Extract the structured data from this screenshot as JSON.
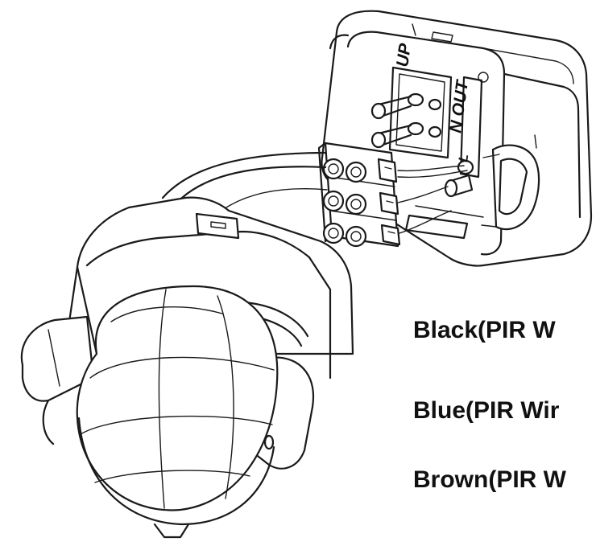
{
  "diagram": {
    "housing_marks": {
      "up": "UP",
      "n_out": "N OUT",
      "l": "L"
    },
    "wire_labels": [
      {
        "id": "black",
        "text": "Black(PIR W"
      },
      {
        "id": "blue",
        "text": "Blue(PIR Wir"
      },
      {
        "id": "brown",
        "text": "Brown(PIR W"
      }
    ],
    "colors": {
      "line": "#1a1a1a",
      "background": "#ffffff"
    }
  }
}
